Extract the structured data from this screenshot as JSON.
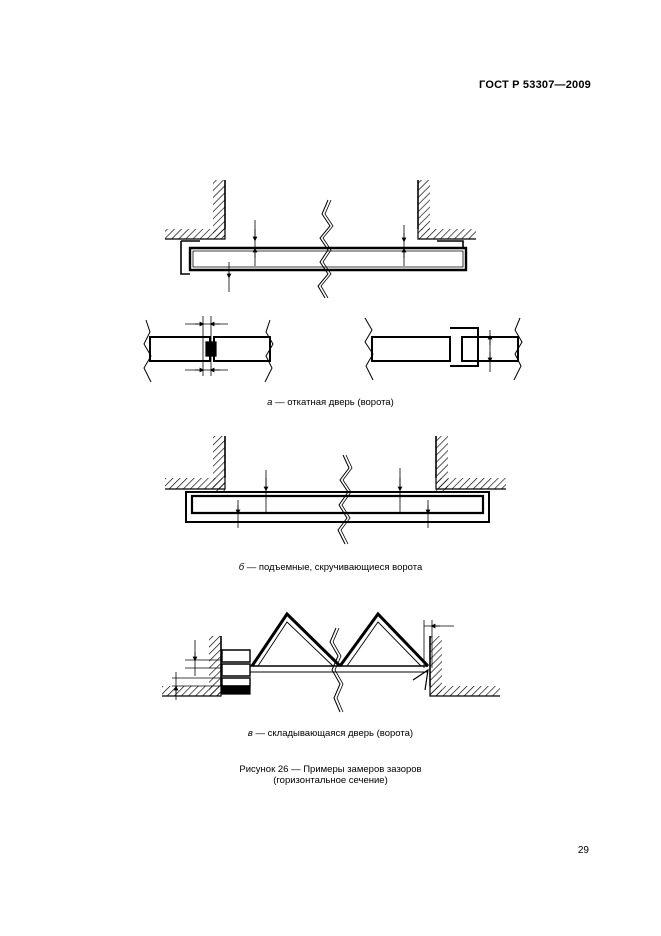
{
  "header": {
    "standard": "ГОСТ Р 53307—2009"
  },
  "figures": {
    "a": {
      "letter": "а",
      "caption": " — откатная дверь (ворота)"
    },
    "b": {
      "letter": "б",
      "caption": " — подъемные, скручивающиеся ворота"
    },
    "c": {
      "letter": "в",
      "caption": " — складывающаяся дверь (ворота)"
    }
  },
  "figure_title": {
    "line1": "Рисунок 26 — Примеры замеров зазоров",
    "line2": "(горизонтальное сечение)"
  },
  "page_number": "29"
}
